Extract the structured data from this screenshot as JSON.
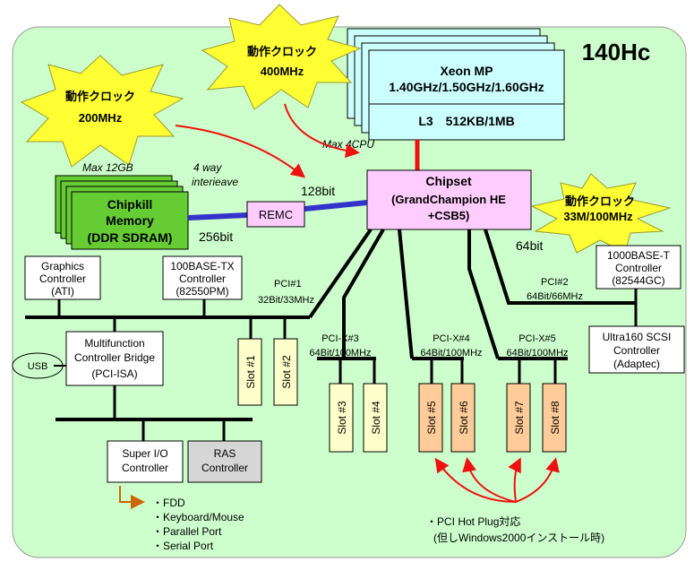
{
  "model": "140Hc",
  "cpu": {
    "name": "Xeon MP",
    "freqs": "1.40GHz/1.50GHz/1.60GHz",
    "cache": "L3　512KB/1MB",
    "bus_note": "Max 4CPU"
  },
  "chipset": {
    "title": "Chipset",
    "line1": "(GrandChampion HE",
    "line2": "+CSB5)"
  },
  "clocks": {
    "cpu": {
      "label": "動作クロック",
      "value": "400MHz"
    },
    "memory": {
      "label": "動作クロック",
      "value": "200MHz"
    },
    "pci": {
      "label": "動作クロック",
      "value": "33M/100MHz"
    }
  },
  "memory": {
    "line1": "Chipkill",
    "line2": "Memory",
    "line3": "(DDR SDRAM)",
    "max": "Max 12GB",
    "interleave1": "4 way",
    "interleave2": "interieave",
    "bus_left": "256bit",
    "bus_right": "128bit",
    "remc": "REMC"
  },
  "chipset_64bit": "64bit",
  "graphics": {
    "line1": "Graphics",
    "line2": "Controller",
    "line3": "(ATI)"
  },
  "lan100": {
    "line1": "100BASE-TX",
    "line2": "Controller",
    "line3": "(82550PM)"
  },
  "pci1": {
    "line1": "PCI#1",
    "line2": "32Bit/33MHz"
  },
  "pci2": {
    "line1": "PCI#2",
    "line2": "64Bit/66MHz"
  },
  "pcix3": {
    "line1": "PCI-X#3",
    "line2": "64Bit/100MHz"
  },
  "pcix4": {
    "line1": "PCI-X#4",
    "line2": "64Bit/100MHz"
  },
  "pcix5": {
    "line1": "PCI-X#5",
    "line2": "64Bit/100MHz"
  },
  "lan1000": {
    "line1": "1000BASE-T",
    "line2": "Controller",
    "line3": "(82544GC)"
  },
  "scsi": {
    "line1": "Ultra160 SCSI",
    "line2": "Controller",
    "line3": "(Adaptec)"
  },
  "bridge": {
    "line1": "Multifunction",
    "line2": "Controller Bridge",
    "line3": "(PCI-ISA)"
  },
  "usb": "USB",
  "superio": {
    "line1": "Super I/O",
    "line2": "Controller"
  },
  "ras": {
    "line1": "RAS",
    "line2": "Controller"
  },
  "slots": {
    "s1": "Slot #1",
    "s2": "Slot #2",
    "s3": "Slot #3",
    "s4": "Slot #4",
    "s5": "Slot #5",
    "s6": "Slot #6",
    "s7": "Slot #7",
    "s8": "Slot #8"
  },
  "legacy": [
    "・FDD",
    "・Keyboard/Mouse",
    "・Parallel Port",
    "・Serial Port"
  ],
  "hotplug": {
    "line1": "・PCI Hot Plug対応",
    "line2": "(但しWindows2000インストール時)"
  },
  "colors": {
    "panel": "#ccffcc",
    "cpu": "#ccffff",
    "chipset": "#ffccff",
    "memory": "#66cc33",
    "slot_yellow": "#ffffcc",
    "slot_orange": "#ffcc99",
    "burst": "#ffff33",
    "red": "#ee1111",
    "blue": "#3333cc"
  }
}
